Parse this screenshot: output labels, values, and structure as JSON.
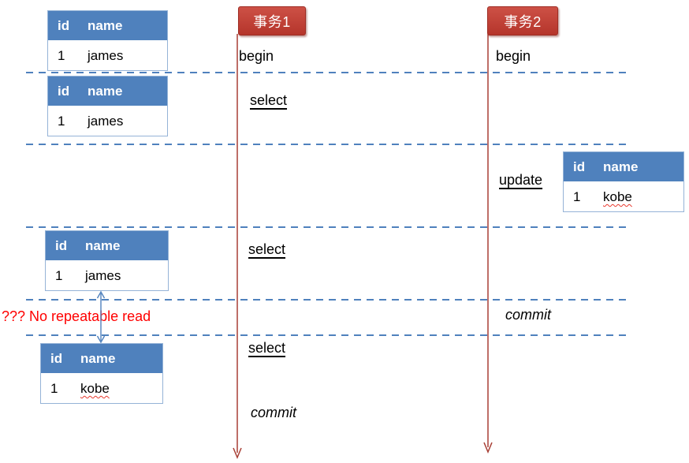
{
  "colors": {
    "table_header_bg": "#4f81bd",
    "table_border": "#95b3d7",
    "dashed_separator": "#4f81bd",
    "timeline_red": "#a83f35",
    "badge_red": "#c0392e",
    "annotation_red": "#ff0000",
    "compare_arrow_blue": "#4f81bd",
    "spellcheck_squiggle_red": "#e8392e"
  },
  "transaction1": {
    "label": "事务1",
    "events": {
      "begin": "begin",
      "select1": "select",
      "select2": "select",
      "select3": "select",
      "commit": "commit"
    }
  },
  "transaction2": {
    "label": "事务2",
    "events": {
      "begin": "begin",
      "update": "update",
      "commit": "commit"
    }
  },
  "tables": [
    {
      "headers": [
        "id",
        "name"
      ],
      "rows": [
        [
          "1",
          "james"
        ]
      ]
    },
    {
      "headers": [
        "id",
        "name"
      ],
      "rows": [
        [
          "1",
          "james"
        ]
      ]
    },
    {
      "headers": [
        "id",
        "name"
      ],
      "rows": [
        [
          "1",
          "kobe"
        ]
      ]
    },
    {
      "headers": [
        "id",
        "name"
      ],
      "rows": [
        [
          "1",
          "james"
        ]
      ]
    },
    {
      "headers": [
        "id",
        "name"
      ],
      "rows": [
        [
          "1",
          "kobe"
        ]
      ]
    }
  ],
  "annotation": {
    "text": "??? No repeatable read"
  }
}
